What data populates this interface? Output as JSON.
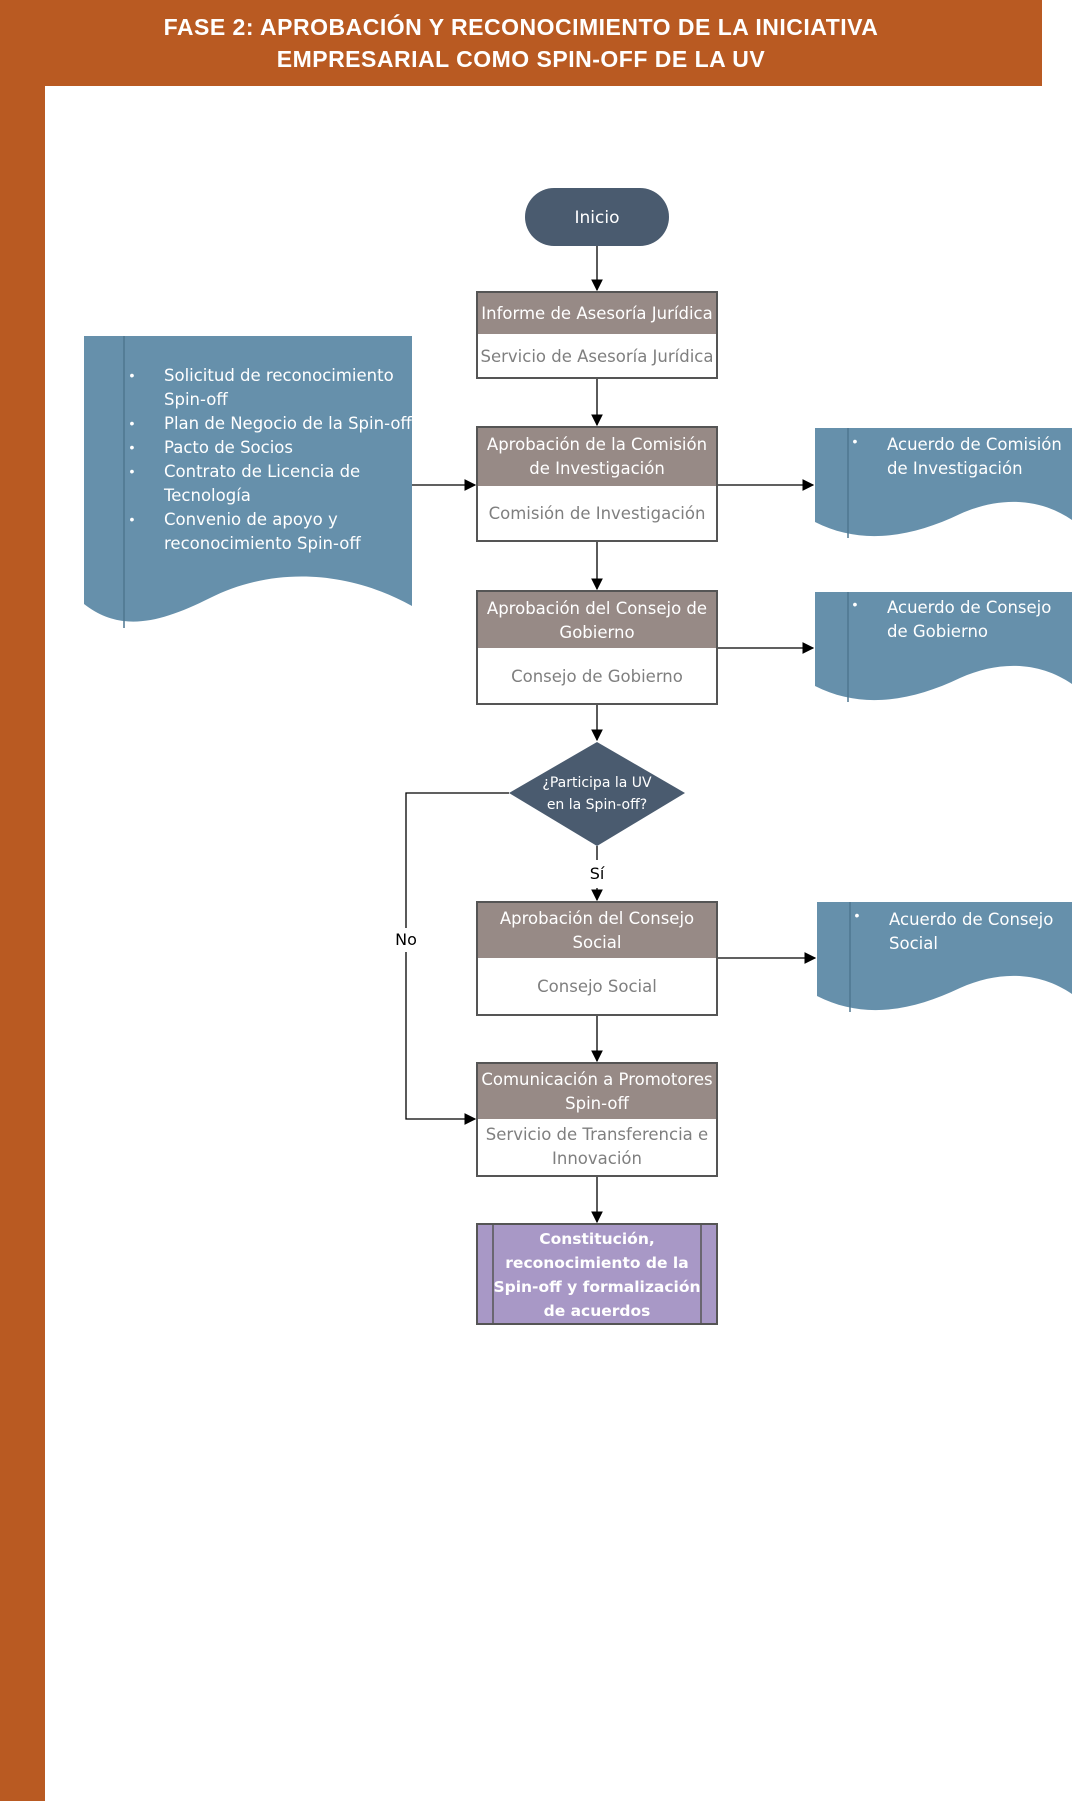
{
  "header": {
    "line1": "FASE 2: APROBACIÓN Y RECONOCIMIENTO DE LA INICIATIVA",
    "line2": "EMPRESARIAL COMO SPIN-OFF DE LA UV"
  },
  "colors": {
    "brand": "#b95a22",
    "document": "#6690ab",
    "process_header": "#978a86",
    "decision": "#4a5b6f",
    "terminator": "#4a5b6f",
    "subprocess": "#a898c6"
  },
  "start": {
    "label": "Inicio"
  },
  "steps": [
    {
      "title": [
        "Informe de Asesoría Jurídica"
      ],
      "owner": [
        "Servicio de Asesoría Jurídica"
      ]
    },
    {
      "title": [
        "Aprobación de la Comisión",
        "de Investigación"
      ],
      "owner": [
        "Comisión de Investigación"
      ]
    },
    {
      "title": [
        "Aprobación del Consejo de",
        "Gobierno"
      ],
      "owner": [
        "Consejo de Gobierno"
      ]
    },
    {
      "title": [
        "Aprobación del Consejo",
        "Social"
      ],
      "owner": [
        "Consejo Social"
      ]
    },
    {
      "title": [
        "Comunicación a Promotores",
        "Spin-off"
      ],
      "owner": [
        "Servicio de Transferencia e",
        "Innovación"
      ]
    }
  ],
  "decision": {
    "lines": [
      "¿Participa la UV",
      "en la Spin-off?"
    ],
    "yes": "Sí",
    "no": "No"
  },
  "end": {
    "lines": [
      "Constitución,",
      "reconocimiento de la",
      "Spin-off y formalización",
      "de acuerdos"
    ]
  },
  "input_document": {
    "items": [
      [
        "Solicitud de reconocimiento",
        "Spin-off"
      ],
      [
        "Plan de Negocio de la Spin-off"
      ],
      [
        "Pacto de Socios"
      ],
      [
        "Contrato de Licencia de",
        "Tecnología"
      ],
      [
        "Convenio de apoyo y",
        "reconocimiento Spin-off"
      ]
    ]
  },
  "output_documents": [
    {
      "lines": [
        "Acuerdo de Comisión",
        "de Investigación"
      ]
    },
    {
      "lines": [
        "Acuerdo de Consejo",
        "de Gobierno"
      ]
    },
    {
      "lines": [
        "Acuerdo de Consejo",
        "Social"
      ]
    }
  ]
}
